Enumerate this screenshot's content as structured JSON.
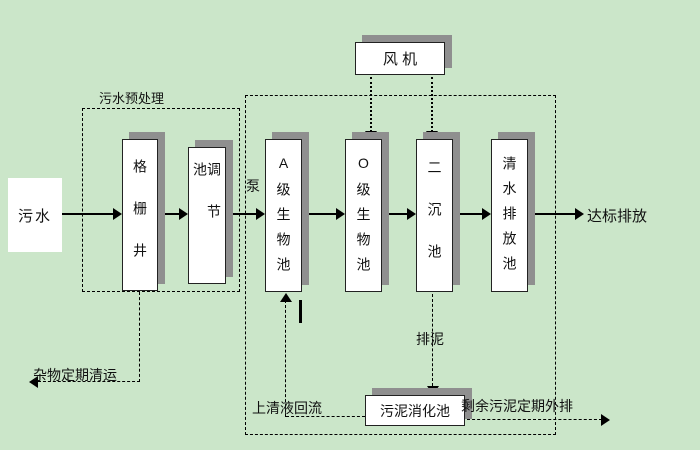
{
  "diagram": {
    "influent_label": "污水",
    "pretreatment_label": "污水预处理",
    "pump_label": "泵",
    "fan_label": "风 机",
    "grid_well_label": "格栅井",
    "regulating_label": "调节池",
    "a_bio_label": "A级生物池",
    "o_bio_label": "O级生物池",
    "secondary_label": "二沉池",
    "clean_label": "清水排放池",
    "discharge_label": "达标排放",
    "sludge_label": "排泥",
    "digestion_label": "污泥消化池",
    "supernatant_label": "上清液回流",
    "excess_label": "剩余污泥定期外排",
    "debris_label": "杂物定期清运"
  },
  "colors": {
    "background": "#cbe6c9",
    "box_fill": "#ffffff",
    "box_border": "#222222",
    "box_shadow": "#8f8f8f",
    "line": "#000000",
    "text": "#111111"
  }
}
